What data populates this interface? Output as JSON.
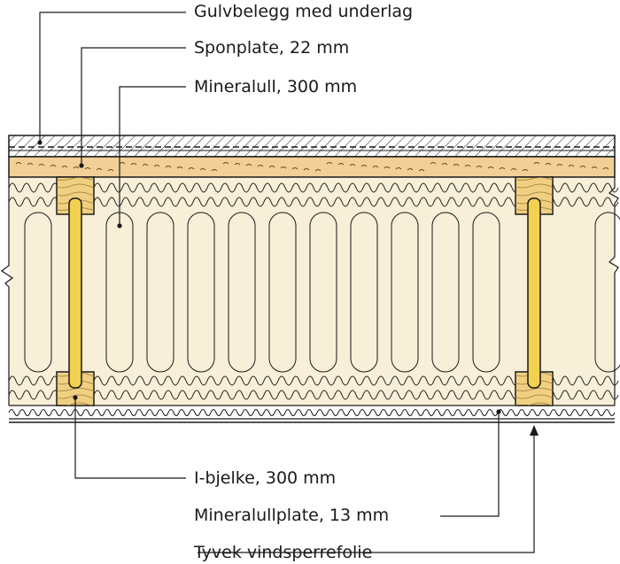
{
  "labels": {
    "floor_covering": "Gulvbelegg med underlag",
    "chipboard": "Sponplate, 22 mm",
    "mineral_wool": "Mineralull, 300 mm",
    "i_joist": "I-bjelke, 300 mm",
    "mineral_wool_board": "Mineralullplate, 13 mm",
    "wind_barrier": "Tyvek vindsperrefolie"
  },
  "colors": {
    "insulation": "#f7efd8",
    "chipboard": "#f3cf98",
    "timber": "#f0d080",
    "web": "#f2d050",
    "line": "#1a1a1a"
  }
}
